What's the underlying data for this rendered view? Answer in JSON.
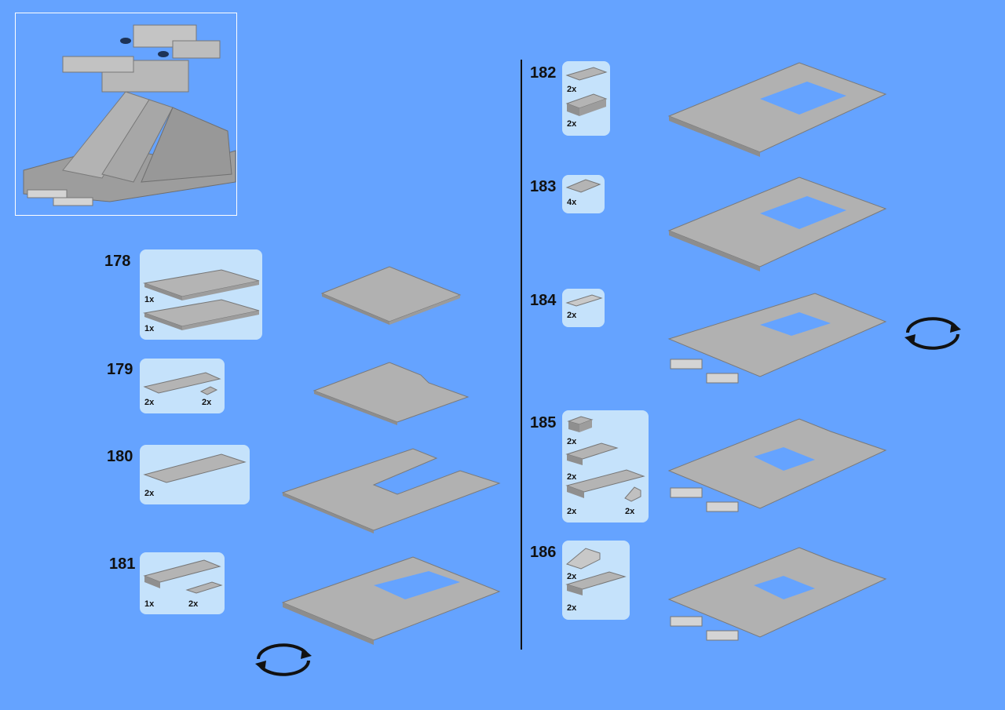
{
  "steps": [
    {
      "number": "178",
      "parts": [
        "1x",
        "1x"
      ]
    },
    {
      "number": "179",
      "parts": [
        "2x",
        "2x"
      ]
    },
    {
      "number": "180",
      "parts": [
        "2x"
      ]
    },
    {
      "number": "181",
      "parts": [
        "1x",
        "2x"
      ]
    },
    {
      "number": "182",
      "parts": [
        "2x",
        "2x"
      ]
    },
    {
      "number": "183",
      "parts": [
        "4x"
      ]
    },
    {
      "number": "184",
      "parts": [
        "2x"
      ]
    },
    {
      "number": "185",
      "parts": [
        "2x",
        "2x",
        "2x",
        "2x"
      ]
    },
    {
      "number": "186",
      "parts": [
        "2x",
        "2x"
      ]
    }
  ],
  "colors": {
    "background": "#65a3ff",
    "panel": "#c5e2fb",
    "brick": "#a9a9a9"
  },
  "icons": [
    "rotate-model-icon"
  ]
}
